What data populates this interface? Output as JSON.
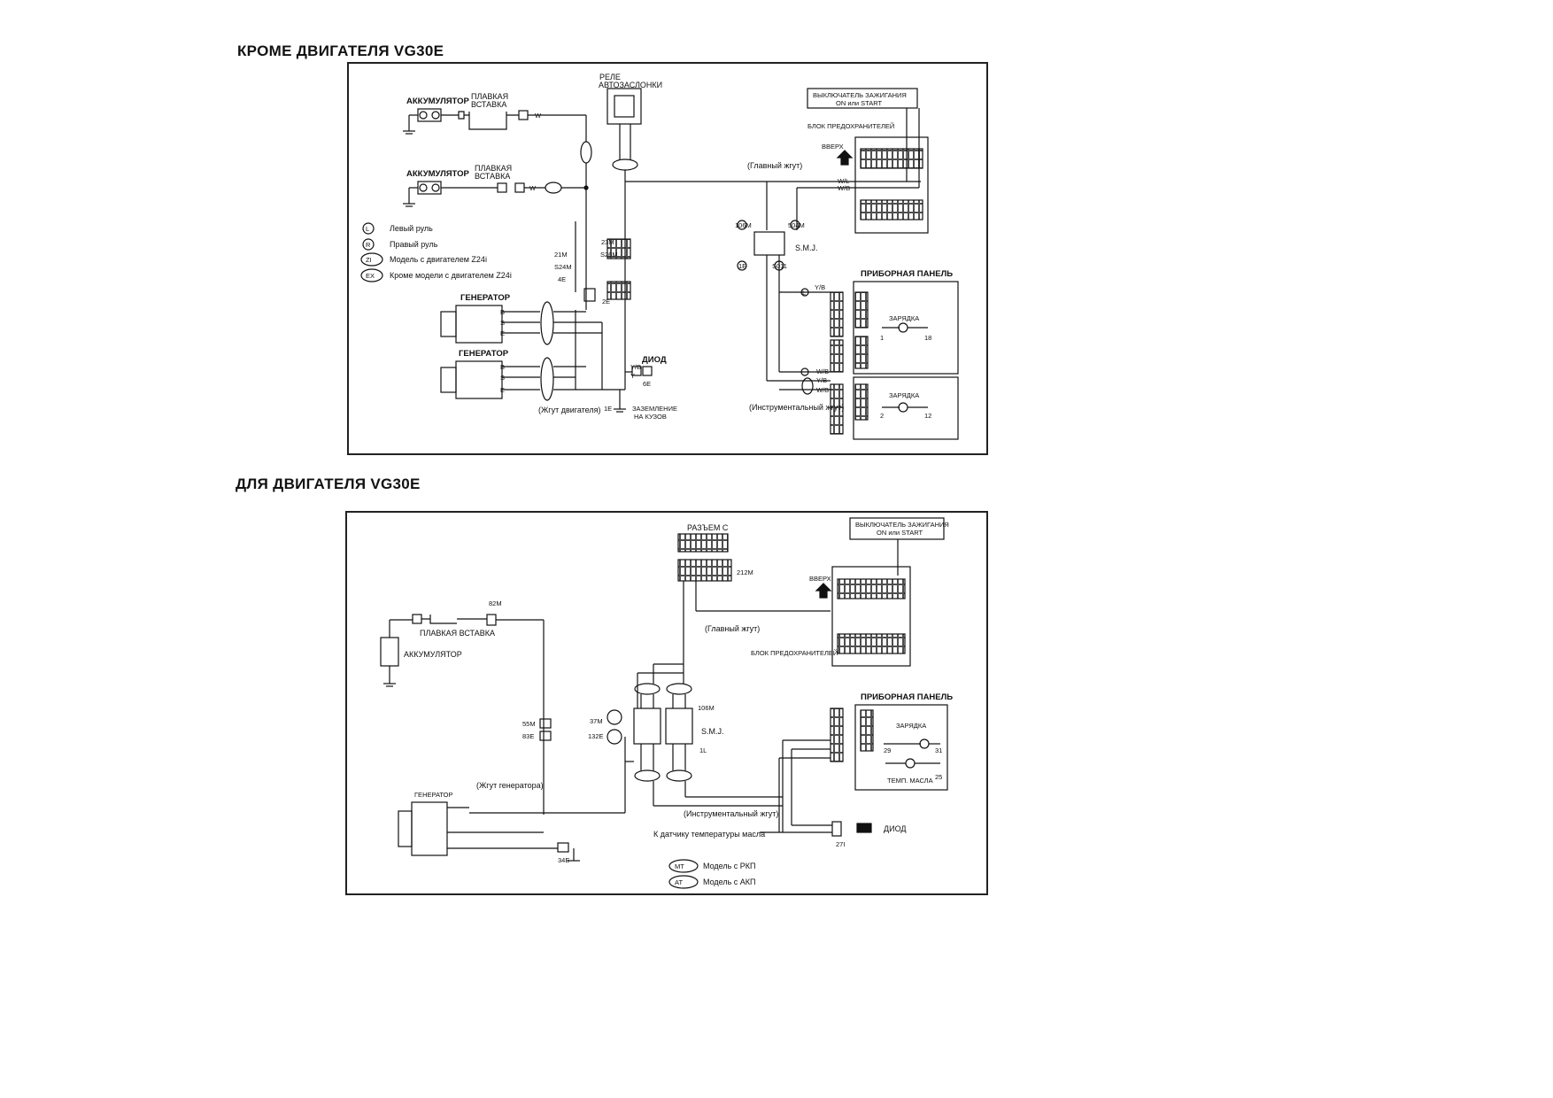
{
  "top": {
    "heading": "КРОМЕ ДВИГАТЕЛЯ VG30E",
    "relay": [
      "РЕЛЕ",
      "АВТОЗАСЛОНКИ"
    ],
    "ignition_switch": [
      "ВЫКЛЮЧАТЕЛЬ ЗАЖИГАНИЯ",
      "ON или START"
    ],
    "fuse_block": "БЛОК ПРЕДОХРАНИТЕЛЕЙ",
    "up": "ВВЕРХ",
    "main_harness": "(Главный жгут)",
    "battery1": "АККУМУЛЯТОР",
    "fusible1": [
      "ПЛАВКАЯ",
      "ВСТАВКА"
    ],
    "battery2": "АККУМУЛЯТОР",
    "fusible2": [
      "ПЛАВКАЯ",
      "ВСТАВКА"
    ],
    "legend": [
      {
        "sym": "L",
        "text": "Левый руль"
      },
      {
        "sym": "R",
        "text": "Правый руль"
      },
      {
        "sym": "ZI",
        "text": "Модель с двигателем Z24i"
      },
      {
        "sym": "EX",
        "text": "Кроме модели с двигателем Z24i"
      }
    ],
    "generator1": "ГЕНЕРАТОР",
    "generator2": "ГЕНЕРАТОР",
    "engine_harness": "(Жгут двигателя)",
    "diode": "ДИОД",
    "ground": [
      "ЗАЗЕМЛЕНИЕ",
      "НА КУЗОВ"
    ],
    "smj": "S.M.J.",
    "instrument_panel": "ПРИБОРНАЯ ПАНЕЛЬ",
    "charge1": "ЗАРЯДКА",
    "charge2": "ЗАРЯДКА",
    "instrument_harness": "(Инструментальный жгут)",
    "connectors": [
      "106M",
      "504M",
      "S011",
      "1E",
      "21M",
      "S24M",
      "4E",
      "23M",
      "S26M",
      "2E",
      "6E",
      "1E"
    ],
    "pins": {
      "c1": "1",
      "c2": "18",
      "c3": "2",
      "c4": "12"
    },
    "wires": {
      "w": "W",
      "wl": "W/L",
      "wb": "W/B",
      "yb": "Y/B",
      "y": "Y",
      "b": "B",
      "e": "E",
      "s": "S",
      "l": "L"
    }
  },
  "bottom": {
    "heading": "ДЛЯ ДВИГАТЕЛЯ VG30E",
    "connector_c": "РАЗЪЕМ С",
    "connector_c_id": "212M",
    "ignition_switch": [
      "ВЫКЛЮЧАТЕЛЬ ЗАЖИГАНИЯ",
      "ON или START"
    ],
    "up": "ВВЕРХ",
    "main_harness": "(Главный жгут)",
    "fuse_block": "БЛОК ПРЕДОХРАНИТЕЛЕЙ",
    "fusible": "ПЛАВКАЯ ВСТАВКА",
    "battery": "АККУМУЛЯТОР",
    "generator_harness": "(Жгут генератора)",
    "generator": "ГЕНЕРАТОР",
    "smj": "S.M.J.",
    "instrument_harness": "(Инструментальный жгут)",
    "oil_sensor": "К датчику температуры масла",
    "diode": "ДИОД",
    "instrument_panel": "ПРИБОРНАЯ ПАНЕЛЬ",
    "charge": "ЗАРЯДКА",
    "oil_temp": "ТЕМП. МАСЛА",
    "pins": {
      "p29": "29",
      "p31": "31",
      "p25": "25"
    },
    "connectors": [
      "82M",
      "55M",
      "83E",
      "37M",
      "132E",
      "106M",
      "1L",
      "27I",
      "34E"
    ],
    "legend": [
      {
        "sym": "MT",
        "text": "Модель с РКП"
      },
      {
        "sym": "AT",
        "text": "Модель с АКП"
      }
    ]
  }
}
